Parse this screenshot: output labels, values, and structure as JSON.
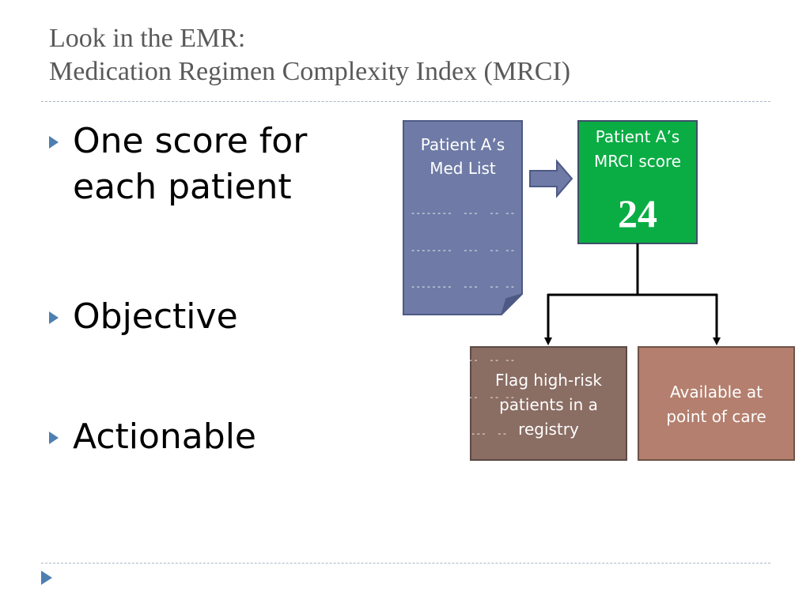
{
  "title": {
    "line1": "Look in the EMR:",
    "line2": "Medication Regimen Complexity Index (MRCI)"
  },
  "bullets": [
    {
      "line1": "One score for",
      "line2": "each patient"
    },
    {
      "line1": "Objective"
    },
    {
      "line1": "Actionable"
    }
  ],
  "diagram": {
    "med_list": {
      "title_line1": "Patient A’s",
      "title_line2": "Med List",
      "lines": [
        "--------  ---  -- --",
        "--------  ---  -- --",
        "--------  ---  -- --",
        "--------  ---  --",
        "--------  ---  -- --",
        "--------  ---  -- --",
        "--------  ---  --"
      ],
      "color": "#6f7ba6"
    },
    "score_box": {
      "label_line1": "Patient A’s",
      "label_line2": "MRCI score",
      "score": "24",
      "color": "#0aad44"
    },
    "outcome_left": {
      "line1": "Flag high-risk",
      "line2": "patients in a",
      "line3": "registry",
      "color": "#8a6d63"
    },
    "outcome_right": {
      "line1": "Available at",
      "line2": "point of care",
      "color": "#b47f6e"
    }
  },
  "colors": {
    "title": "#5a5a5a",
    "bullet_arrow": "#4f7fb0",
    "separator": "#a9b8c8"
  }
}
